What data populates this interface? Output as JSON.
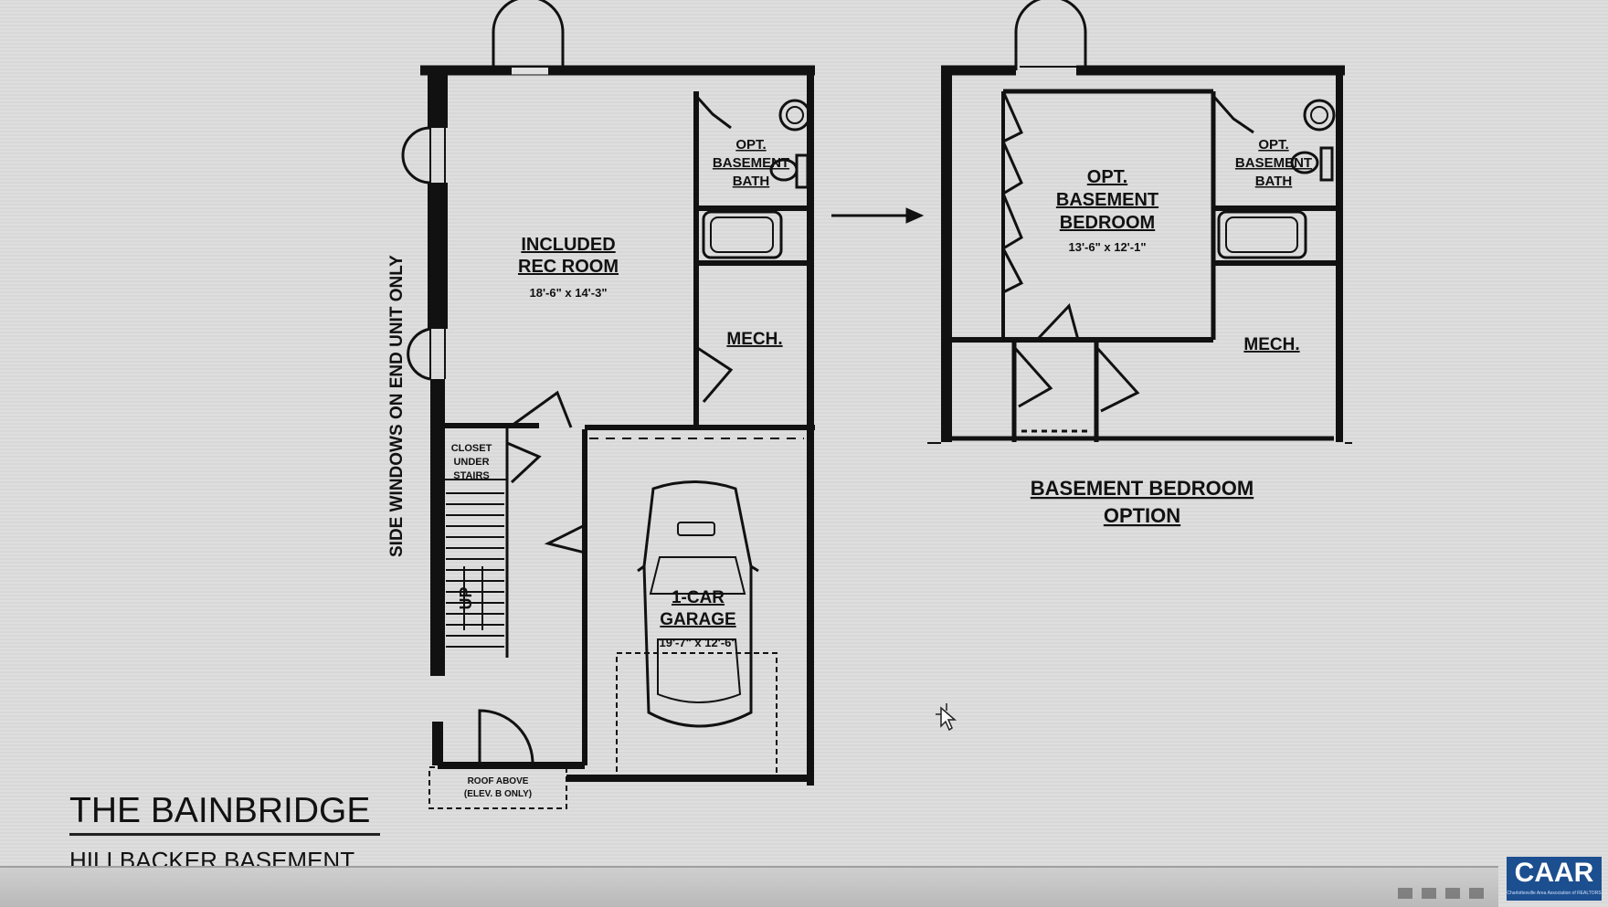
{
  "plan": {
    "title": "THE BAINBRIDGE",
    "subtitle": "HILLBACKER BASEMENT"
  },
  "left_plan": {
    "side_windows_note": "SIDE WINDOWS ON END UNIT ONLY",
    "rec_room": {
      "line1": "INCLUDED",
      "line2": "REC ROOM",
      "dims": "18'-6\" x 14'-3\""
    },
    "bath": {
      "line1": "OPT.",
      "line2": "BASEMENT",
      "line3": "BATH"
    },
    "mech": "MECH.",
    "closet": {
      "line1": "CLOSET",
      "line2": "UNDER",
      "line3": "STAIRS"
    },
    "stairs": "UP",
    "garage": {
      "line1": "1-CAR",
      "line2": "GARAGE",
      "dims": "19'-7\" x 12'-6\""
    },
    "roof": {
      "line1": "ROOF ABOVE",
      "line2": "(ELEV. B ONLY)"
    }
  },
  "right_plan": {
    "bedroom": {
      "line1": "OPT.",
      "line2": "BASEMENT",
      "line3": "BEDROOM",
      "dims": "13'-6\" x 12'-1\""
    },
    "bath": {
      "line1": "OPT.",
      "line2": "BASEMENT",
      "line3": "BATH"
    },
    "mech": "MECH.",
    "option_label": {
      "line1": "BASEMENT BEDROOM",
      "line2": "OPTION"
    }
  },
  "watermark": {
    "logo_text": "CAAR",
    "tagline": "Charlottesville Area Association of REALTORS"
  },
  "colors": {
    "paper": "#dcdcdc",
    "ink": "#111111",
    "logo": "#1c4f8f"
  },
  "icons": {
    "cursor": "move-cursor-icon",
    "arrow": "right-arrow-icon"
  }
}
